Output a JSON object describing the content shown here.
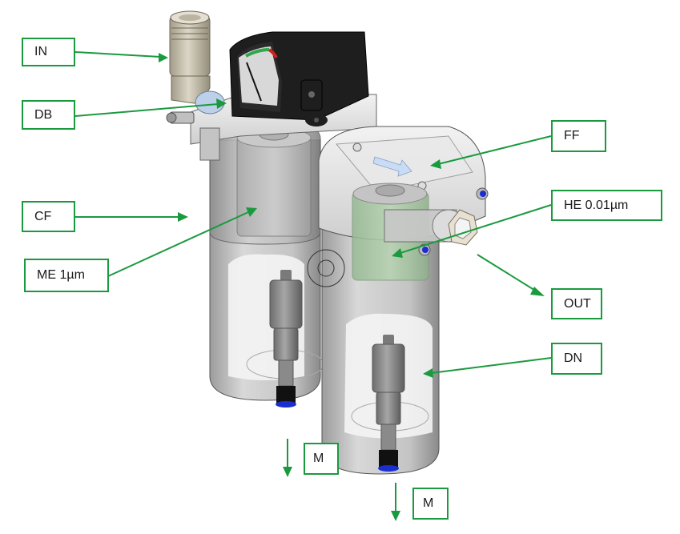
{
  "diagram": {
    "subject": "Twin-stage compressed air filter unit (isometric CAD render) with differential pressure gauge",
    "line_color": "#1a9a3f",
    "labels": [
      {
        "id": "in",
        "text": "IN",
        "meaning": "inlet fitting"
      },
      {
        "id": "db",
        "text": "DB",
        "meaning": "differential pressure gauge"
      },
      {
        "id": "cf",
        "text": "CF",
        "meaning": "coarse filter housing"
      },
      {
        "id": "me",
        "text": "ME 1µm",
        "meaning": "filter element 1 µm"
      },
      {
        "id": "ff",
        "text": "FF",
        "meaning": "fine filter head"
      },
      {
        "id": "he",
        "text": "HE 0.01µm",
        "meaning": "filter element 0.01 µm"
      },
      {
        "id": "out",
        "text": "OUT",
        "meaning": "outlet fitting"
      },
      {
        "id": "dn",
        "text": "DN",
        "meaning": "drain"
      },
      {
        "id": "m1",
        "text": "M",
        "meaning": "drain discharge left"
      },
      {
        "id": "m2",
        "text": "M",
        "meaning": "drain discharge right"
      }
    ],
    "gauge": {
      "zone_colors": [
        "#2ea84a",
        "#d21f1f"
      ]
    },
    "accent_colors": {
      "flow_arrow": "#c9dcf5",
      "element_green": "#a9c9a4",
      "seal_blue": "#1b2fd0",
      "housing_grey": "#b8b8b8"
    }
  }
}
